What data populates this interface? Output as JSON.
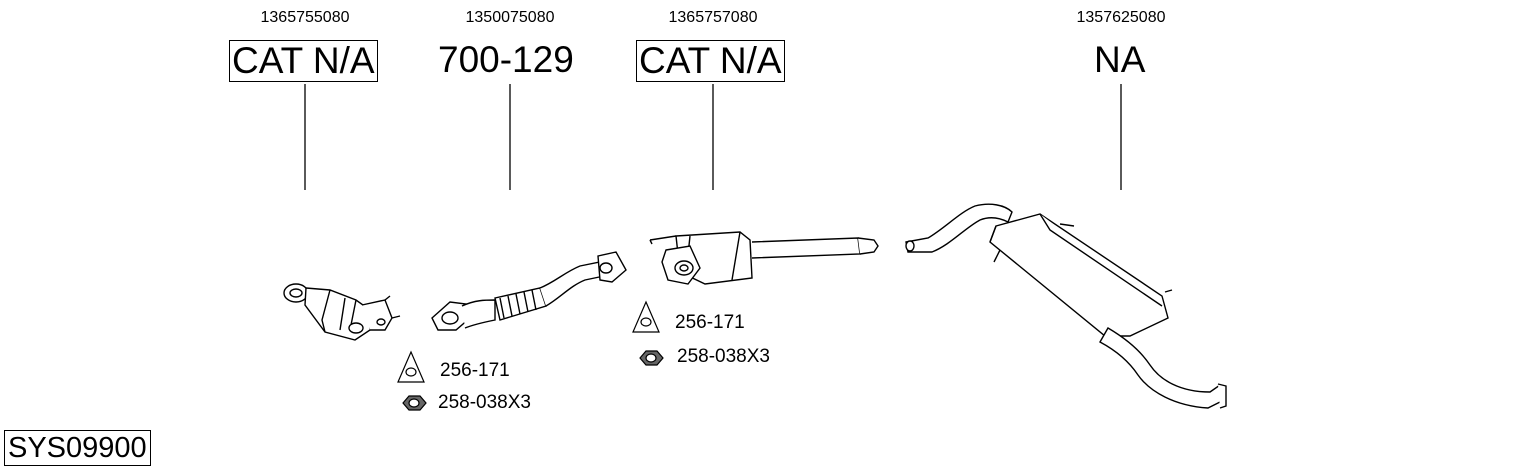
{
  "parts": [
    {
      "oem": "1365755080",
      "code": "CAT N/A"
    },
    {
      "oem": "1350075080",
      "code": "700-129"
    },
    {
      "oem": "1365757080",
      "code": "CAT N/A"
    },
    {
      "oem": "1357625080",
      "code": "NA"
    }
  ],
  "fittings": [
    {
      "gasket": "256-171",
      "nut": "258-038X3"
    },
    {
      "gasket": "256-171",
      "nut": "258-038X3"
    }
  ],
  "system_code": "SYS09900"
}
